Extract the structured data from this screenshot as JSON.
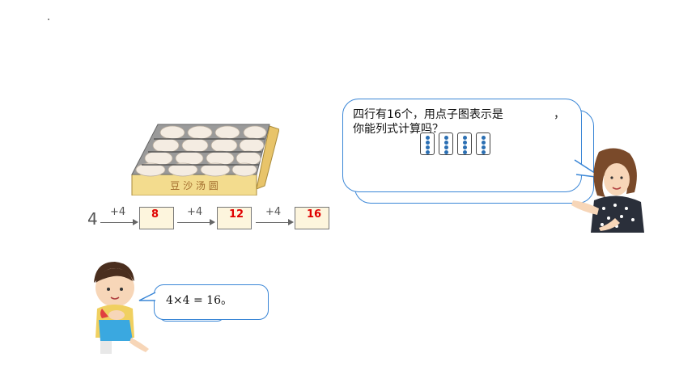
{
  "tray": {
    "label": "豆 沙 汤 圆"
  },
  "chain": {
    "start": "4",
    "steps": [
      {
        "op": "+4",
        "value": "8"
      },
      {
        "op": "+4",
        "value": "12"
      },
      {
        "op": "+4",
        "value": "16"
      }
    ]
  },
  "teacher_bubble": {
    "line1": "四行有16个，用点子图表示是",
    "comma": "，",
    "line2": "你能列式计算吗？",
    "domino_dots": [
      4,
      4,
      4,
      4
    ]
  },
  "child_bubble": {
    "text": "4×4 = 16。"
  },
  "colors": {
    "bubble_border": "#3a86d6",
    "answer": "#e00000",
    "box_fill": "#fdf5dd",
    "dot": "#2b6fb3"
  }
}
